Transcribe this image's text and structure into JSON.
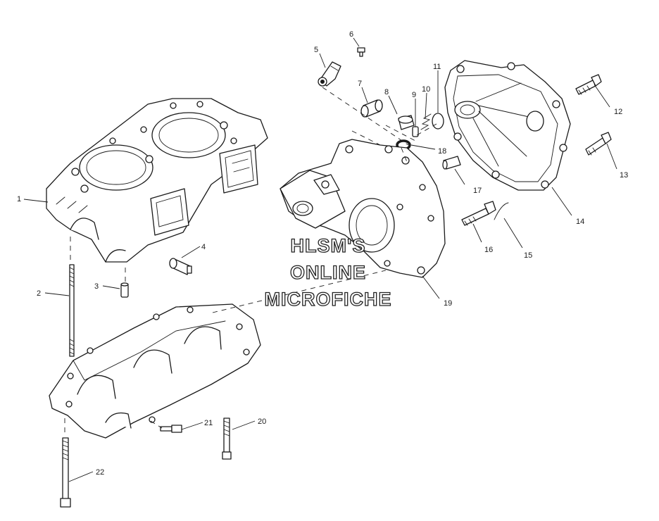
{
  "watermark": {
    "line1": "HLSM'S",
    "line2": "ONLINE",
    "line3": "MICROFICHE"
  },
  "callouts": [
    {
      "id": "1",
      "label": "1"
    },
    {
      "id": "2",
      "label": "2"
    },
    {
      "id": "3",
      "label": "3"
    },
    {
      "id": "4",
      "label": "4"
    },
    {
      "id": "5",
      "label": "5"
    },
    {
      "id": "6",
      "label": "6"
    },
    {
      "id": "7",
      "label": "7"
    },
    {
      "id": "8",
      "label": "8"
    },
    {
      "id": "9",
      "label": "9"
    },
    {
      "id": "10",
      "label": "10"
    },
    {
      "id": "11",
      "label": "11"
    },
    {
      "id": "12",
      "label": "12"
    },
    {
      "id": "13",
      "label": "13"
    },
    {
      "id": "14",
      "label": "14"
    },
    {
      "id": "15",
      "label": "15"
    },
    {
      "id": "16",
      "label": "16"
    },
    {
      "id": "17",
      "label": "17"
    },
    {
      "id": "18",
      "label": "18"
    },
    {
      "id": "19",
      "label": "19"
    },
    {
      "id": "20",
      "label": "20"
    },
    {
      "id": "21",
      "label": "21"
    },
    {
      "id": "22",
      "label": "22"
    }
  ]
}
